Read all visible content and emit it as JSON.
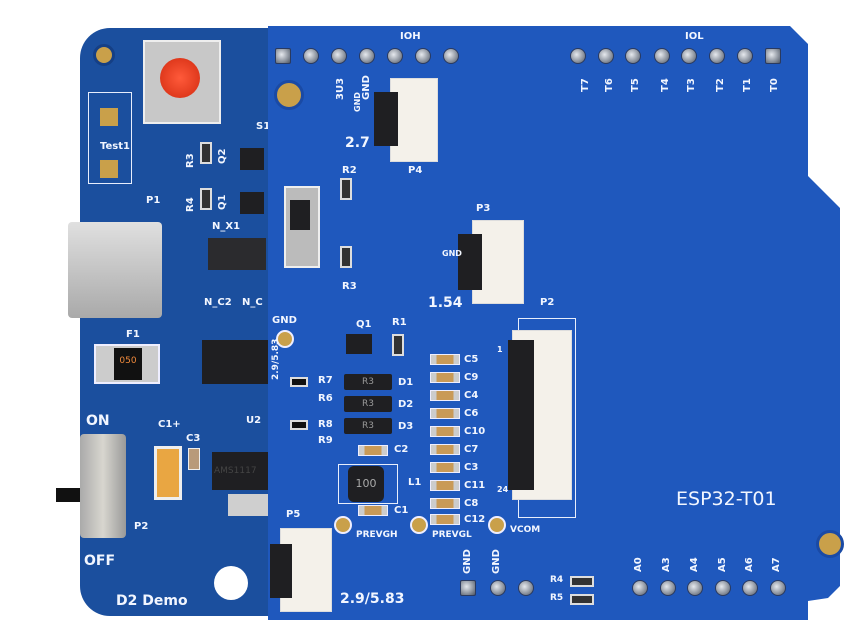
{
  "base_board": {
    "name": "D2 Demo",
    "labels": {
      "test": "Test1",
      "switch": "S1",
      "r3": "R3",
      "q2": "Q2",
      "r4": "R4",
      "q1": "Q1",
      "usb": "P1",
      "n_x1": "N_X1",
      "n_c2": "N_C2",
      "n_c": "N_C",
      "fuse": "F1",
      "fuse_mark": "050",
      "on": "ON",
      "off": "OFF",
      "c1": "C1+",
      "c3": "C3",
      "u2": "U2",
      "p2": "P2",
      "regulator_mark": "AMS1117"
    }
  },
  "shield": {
    "name": "ESP32-T01",
    "ioh": "IOH",
    "iol": "IOL",
    "top_left_pins": [
      "",
      "",
      "3U3",
      "GND",
      "",
      "",
      ""
    ],
    "touch_pins": [
      "T7",
      "T6",
      "T5",
      "T4",
      "T3",
      "T2",
      "T1",
      "T0"
    ],
    "bottom_left_pins": [
      "GND",
      "GND",
      ""
    ],
    "analog_pins": [
      "A0",
      "A3",
      "A4",
      "A5",
      "A6",
      "A7"
    ],
    "connectors": {
      "p4": "P4",
      "p4_size": "2.7",
      "p3": "P3",
      "p3_size": "1.54",
      "p2": "P2",
      "p5": "P5",
      "p5_size": "2.9/5.83",
      "gnd_a": "GND",
      "gnd_b": "GND",
      "fpc_pin1": "1",
      "fpc_pin24": "24"
    },
    "test_points": [
      "GND",
      "PREVGH",
      "PREVGL",
      "VCOM"
    ],
    "components": {
      "q1": "Q1",
      "r1": "R1",
      "r2": "R2",
      "r3": "R3",
      "r4": "R4",
      "r5": "R5",
      "r6": "R6",
      "r7": "R7",
      "r8": "R8",
      "r9": "R9",
      "d1": "D1",
      "d2": "D2",
      "d3": "D3",
      "diode_mark": "R3",
      "c1": "C1",
      "c2": "C2",
      "l1": "L1",
      "inductor_mark": "100",
      "size_select": "2.9/5.83"
    },
    "caps": [
      "C5",
      "C9",
      "C4",
      "C6",
      "C10",
      "C7",
      "C3",
      "C11",
      "C8",
      "C12"
    ]
  }
}
